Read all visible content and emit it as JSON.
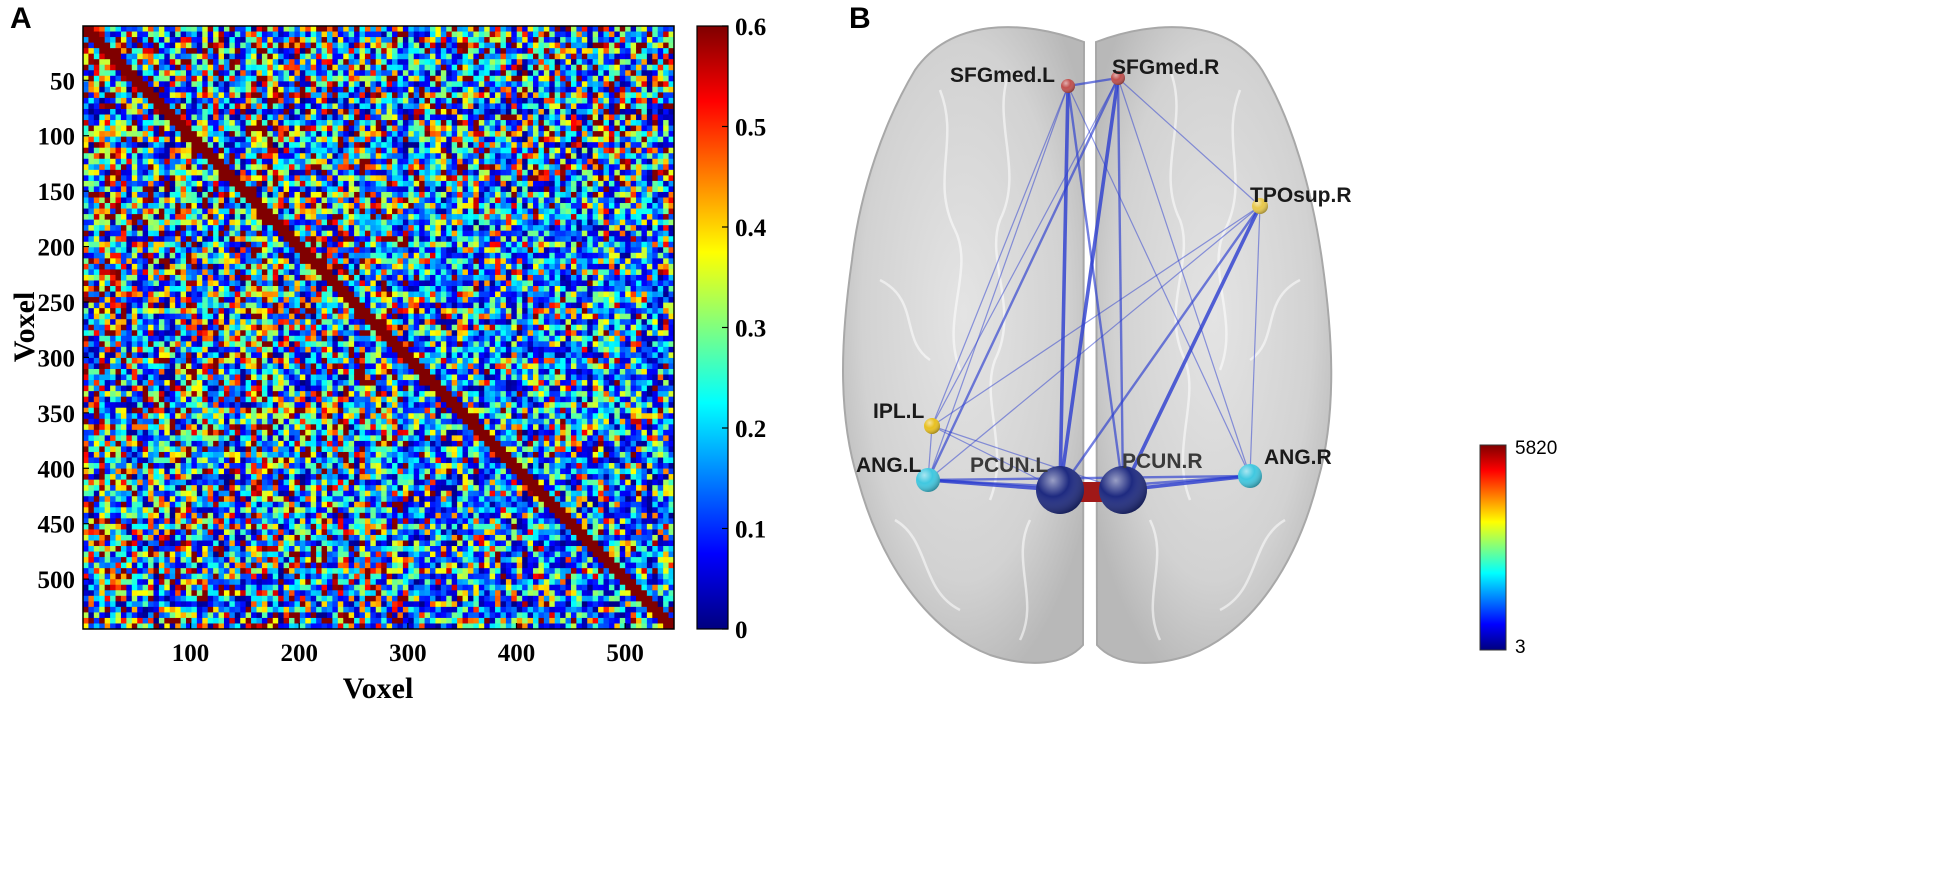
{
  "panels": {
    "a_letter": "A",
    "b_letter": "B"
  },
  "chart_data": [
    {
      "type": "heatmap",
      "panel": "A",
      "xlabel": "Voxel",
      "ylabel": "Voxel",
      "xlim": [
        1,
        545
      ],
      "ylim": [
        1,
        545
      ],
      "x_ticks": [
        100,
        200,
        300,
        400,
        500
      ],
      "y_ticks": [
        50,
        100,
        150,
        200,
        250,
        300,
        350,
        400,
        450,
        500
      ],
      "colorbar": {
        "min": 0,
        "max": 0.6,
        "ticks": [
          "0",
          "0.1",
          "0.2",
          "0.3",
          "0.4",
          "0.5",
          "0.6"
        ]
      },
      "colormap": "jet"
    },
    {
      "type": "network",
      "panel": "B",
      "nodes": [
        {
          "id": "SFGmed.L",
          "label": "SFGmed.L",
          "color": "#c0504d"
        },
        {
          "id": "SFGmed.R",
          "label": "SFGmed.R",
          "color": "#c0504d"
        },
        {
          "id": "TPOsup.R",
          "label": "TPOsup.R",
          "color": "#e8c84a"
        },
        {
          "id": "IPL.L",
          "label": "IPL.L",
          "color": "#e8c020"
        },
        {
          "id": "PCUN.L",
          "label": "PCUN.L",
          "color": "#1e2a80"
        },
        {
          "id": "PCUN.R",
          "label": "PCUN.R",
          "color": "#1e2a80"
        },
        {
          "id": "ANG.L",
          "label": "ANG.L",
          "color": "#40c8e0"
        },
        {
          "id": "ANG.R",
          "label": "ANG.R",
          "color": "#40c8e0"
        }
      ],
      "edges": [
        [
          "SFGmed.L",
          "SFGmed.R",
          2
        ],
        [
          "SFGmed.L",
          "PCUN.L",
          3
        ],
        [
          "SFGmed.L",
          "PCUN.R",
          2
        ],
        [
          "SFGmed.L",
          "IPL.L",
          1
        ],
        [
          "SFGmed.L",
          "ANG.L",
          1
        ],
        [
          "SFGmed.L",
          "ANG.R",
          1
        ],
        [
          "SFGmed.R",
          "PCUN.L",
          3
        ],
        [
          "SFGmed.R",
          "PCUN.R",
          2
        ],
        [
          "SFGmed.R",
          "TPOsup.R",
          1
        ],
        [
          "SFGmed.R",
          "ANG.R",
          1
        ],
        [
          "SFGmed.R",
          "IPL.L",
          1
        ],
        [
          "SFGmed.R",
          "ANG.L",
          2
        ],
        [
          "TPOsup.R",
          "PCUN.L",
          2
        ],
        [
          "TPOsup.R",
          "PCUN.R",
          3
        ],
        [
          "TPOsup.R",
          "ANG.L",
          1
        ],
        [
          "TPOsup.R",
          "ANG.R",
          1
        ],
        [
          "TPOsup.R",
          "IPL.L",
          1
        ],
        [
          "IPL.L",
          "PCUN.L",
          1
        ],
        [
          "IPL.L",
          "ANG.L",
          1
        ],
        [
          "IPL.L",
          "PCUN.R",
          1
        ],
        [
          "ANG.L",
          "PCUN.L",
          3
        ],
        [
          "ANG.L",
          "PCUN.R",
          2
        ],
        [
          "ANG.L",
          "ANG.R",
          2
        ],
        [
          "ANG.R",
          "PCUN.R",
          3
        ],
        [
          "ANG.R",
          "PCUN.L",
          2
        ],
        [
          "PCUN.L",
          "PCUN.R",
          4
        ]
      ],
      "colorbar": {
        "min": "3",
        "max": "5820",
        "colormap": "jet"
      }
    }
  ]
}
